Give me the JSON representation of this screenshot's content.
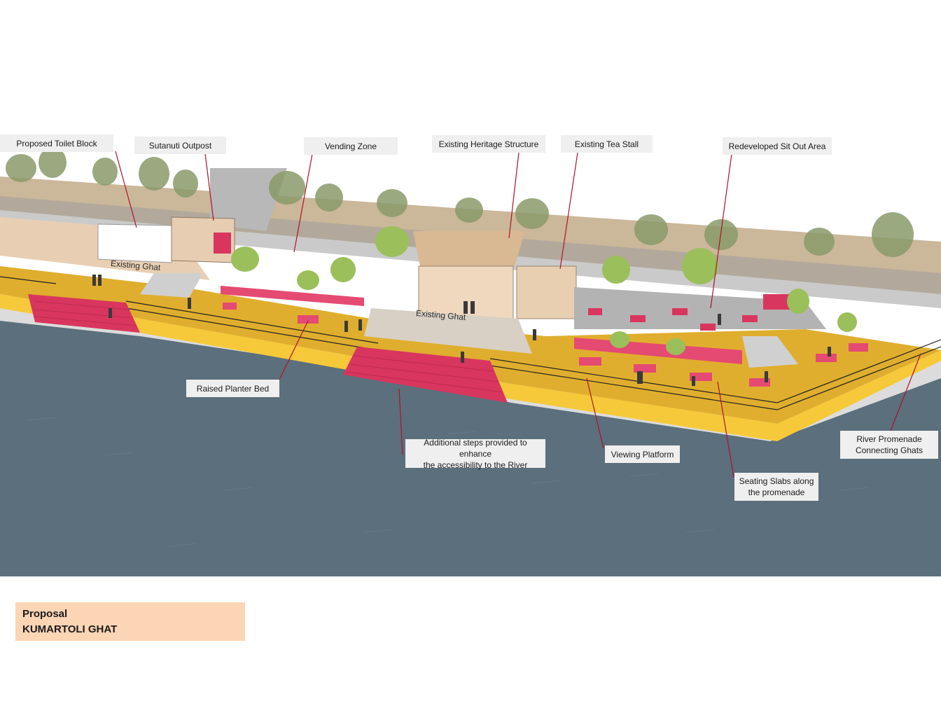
{
  "callouts": {
    "toilet_block": "Proposed Toilet Block",
    "sutanuti_outpost": "Sutanuti Outpost",
    "vending_zone": "Vending Zone",
    "heritage_structure": "Existing Heritage Structure",
    "tea_stall": "Existing Tea Stall",
    "sit_out_area": "Redeveloped Sit Out Area",
    "planter_bed": "Raised Planter Bed",
    "additional_steps": "Additional steps provided to enhance\nthe accessibility to the River",
    "viewing_platform": "Viewing Platform",
    "seating_slabs": "Seating Slabs along\nthe  promenade",
    "river_promenade": "River Promenade\nConnecting  Ghats"
  },
  "scene_labels": {
    "existing_ghat_left": "Existing Ghat",
    "existing_ghat_center": "Existing Ghat"
  },
  "title_block": {
    "line1": "Proposal",
    "line2": "KUMARTOLI GHAT"
  },
  "colors": {
    "river": "#5b6f7c",
    "promenade": "#e0ae2e",
    "promenade_edge": "#f6c93a",
    "steps": "#d8365e",
    "planter": "#e54a72",
    "leader_line": "#b0122a",
    "title_bg": "#fcd5b5"
  }
}
